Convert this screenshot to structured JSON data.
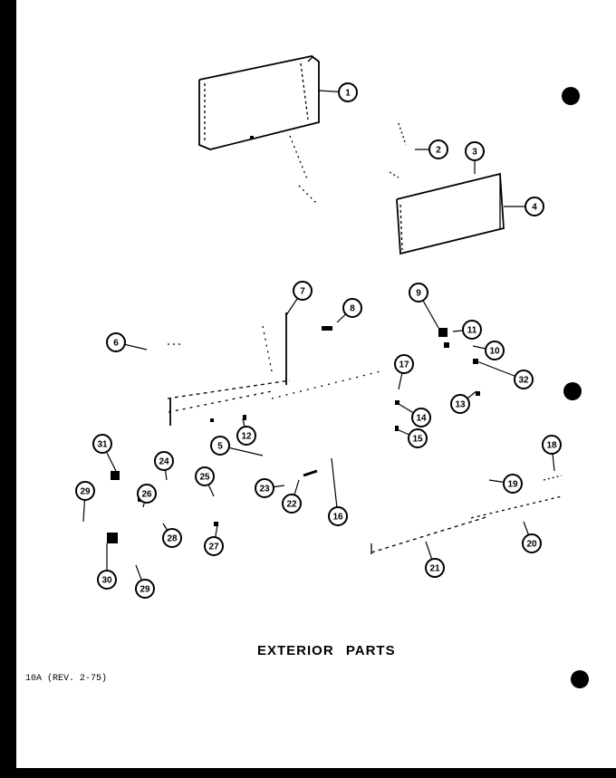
{
  "title": "EXTERIOR PARTS",
  "page_code": "10A (REV. 2-75)",
  "callouts": [
    {
      "label": "1"
    },
    {
      "label": "2"
    },
    {
      "label": "3"
    },
    {
      "label": "4"
    },
    {
      "label": "5"
    },
    {
      "label": "6"
    },
    {
      "label": "7"
    },
    {
      "label": "8"
    },
    {
      "label": "9"
    },
    {
      "label": "10"
    },
    {
      "label": "11"
    },
    {
      "label": "12"
    },
    {
      "label": "13"
    },
    {
      "label": "14"
    },
    {
      "label": "15"
    },
    {
      "label": "16"
    },
    {
      "label": "17"
    },
    {
      "label": "18"
    },
    {
      "label": "19"
    },
    {
      "label": "20"
    },
    {
      "label": "21"
    },
    {
      "label": "22"
    },
    {
      "label": "23"
    },
    {
      "label": "24"
    },
    {
      "label": "25"
    },
    {
      "label": "26"
    },
    {
      "label": "27"
    },
    {
      "label": "28"
    },
    {
      "label": "29"
    },
    {
      "label": "29"
    },
    {
      "label": "30"
    },
    {
      "label": "31"
    },
    {
      "label": "32"
    }
  ]
}
